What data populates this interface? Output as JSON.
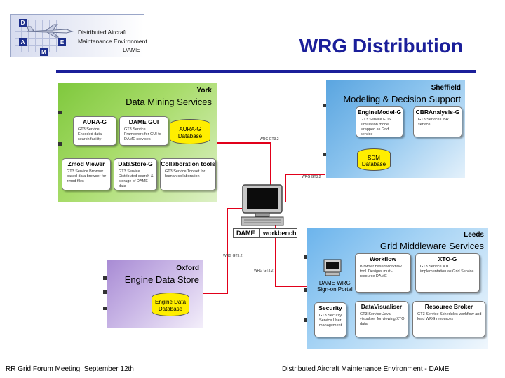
{
  "logo": {
    "letters": [
      "D",
      "A",
      "M",
      "E"
    ],
    "line1": "Distributed Aircraft",
    "line2": "Maintenance Environment",
    "line3": "DAME"
  },
  "title": "WRG Distribution",
  "york": {
    "region": "York",
    "title": "Data Mining Services",
    "aura": {
      "title": "AURA-G",
      "desc": "GT3 Service Encoded data search facility"
    },
    "dame_gui": {
      "title": "DAME GUI",
      "desc": "GT3 Service Framework for GUI to DAME services"
    },
    "aura_db": {
      "line1": "AURA-G",
      "line2": "Database"
    },
    "zmod": {
      "title": "Zmod Viewer",
      "desc": "GT3 Service Browser based data browser for zmod files"
    },
    "datastore": {
      "title": "DataStore-G",
      "desc": "GT3 Service Distributed search & storage of DAME data"
    },
    "collab": {
      "title": "Collaboration tools",
      "desc": "GT3 Service Toolset for human collaboration"
    }
  },
  "sheffield": {
    "region": "Sheffield",
    "title": "Modeling & Decision Support",
    "engine_model": {
      "title": "EngineModel-G",
      "desc": "GT3 Service EDS simulation model wrapped as Grid service"
    },
    "cbr": {
      "title": "CBRAnalysis-G",
      "desc": "GT3 Service CBR service"
    },
    "sdm_db": {
      "line1": "SDM",
      "line2": "Database"
    }
  },
  "leeds": {
    "region": "Leeds",
    "title": "Grid Middleware Services",
    "workflow": {
      "title": "Workflow",
      "desc": "Browser based workflow tool. Designs multi-resource DAME"
    },
    "xto": {
      "title": "XTO-G",
      "desc": "GT3 Service XTO implementation as Grid Service"
    },
    "portal": {
      "line1": "DAME WRG",
      "line2": "Sign-on Portal"
    },
    "security": {
      "title": "Security",
      "desc": "GT3 Security Service User management"
    },
    "dataviz": {
      "title": "DataVisualiser",
      "desc": "GT3 Service Java visualiser for viewing XTO data"
    },
    "broker": {
      "title": "Resource Broker",
      "desc": "GT3 Service Schedules workflow and load WRG resources"
    }
  },
  "oxford": {
    "region": "Oxford",
    "title": "Engine Data Store",
    "db": {
      "line1": "Engine Data",
      "line2": "Database"
    }
  },
  "workbench": {
    "left": "DAME",
    "right": "workbench"
  },
  "connection_labels": {
    "york": "WRG GT3.2",
    "sheffield": "WRG GT3.2",
    "leeds": "WRG GT3.2",
    "oxford": "WRG GT3.2"
  },
  "footer": {
    "left": "RR Grid Forum Meeting, September 12th",
    "right": "Distributed Aircraft Maintenance Environment - DAME"
  },
  "colors": {
    "york_panel": "#8fd14f",
    "sheffield_panel": "#7db7e8",
    "leeds_panel": "#8fc6f0",
    "oxford_panel": "#b9a3dc",
    "database": "#ffee00",
    "connection": "#e1001a",
    "title": "#1b1f9a"
  }
}
